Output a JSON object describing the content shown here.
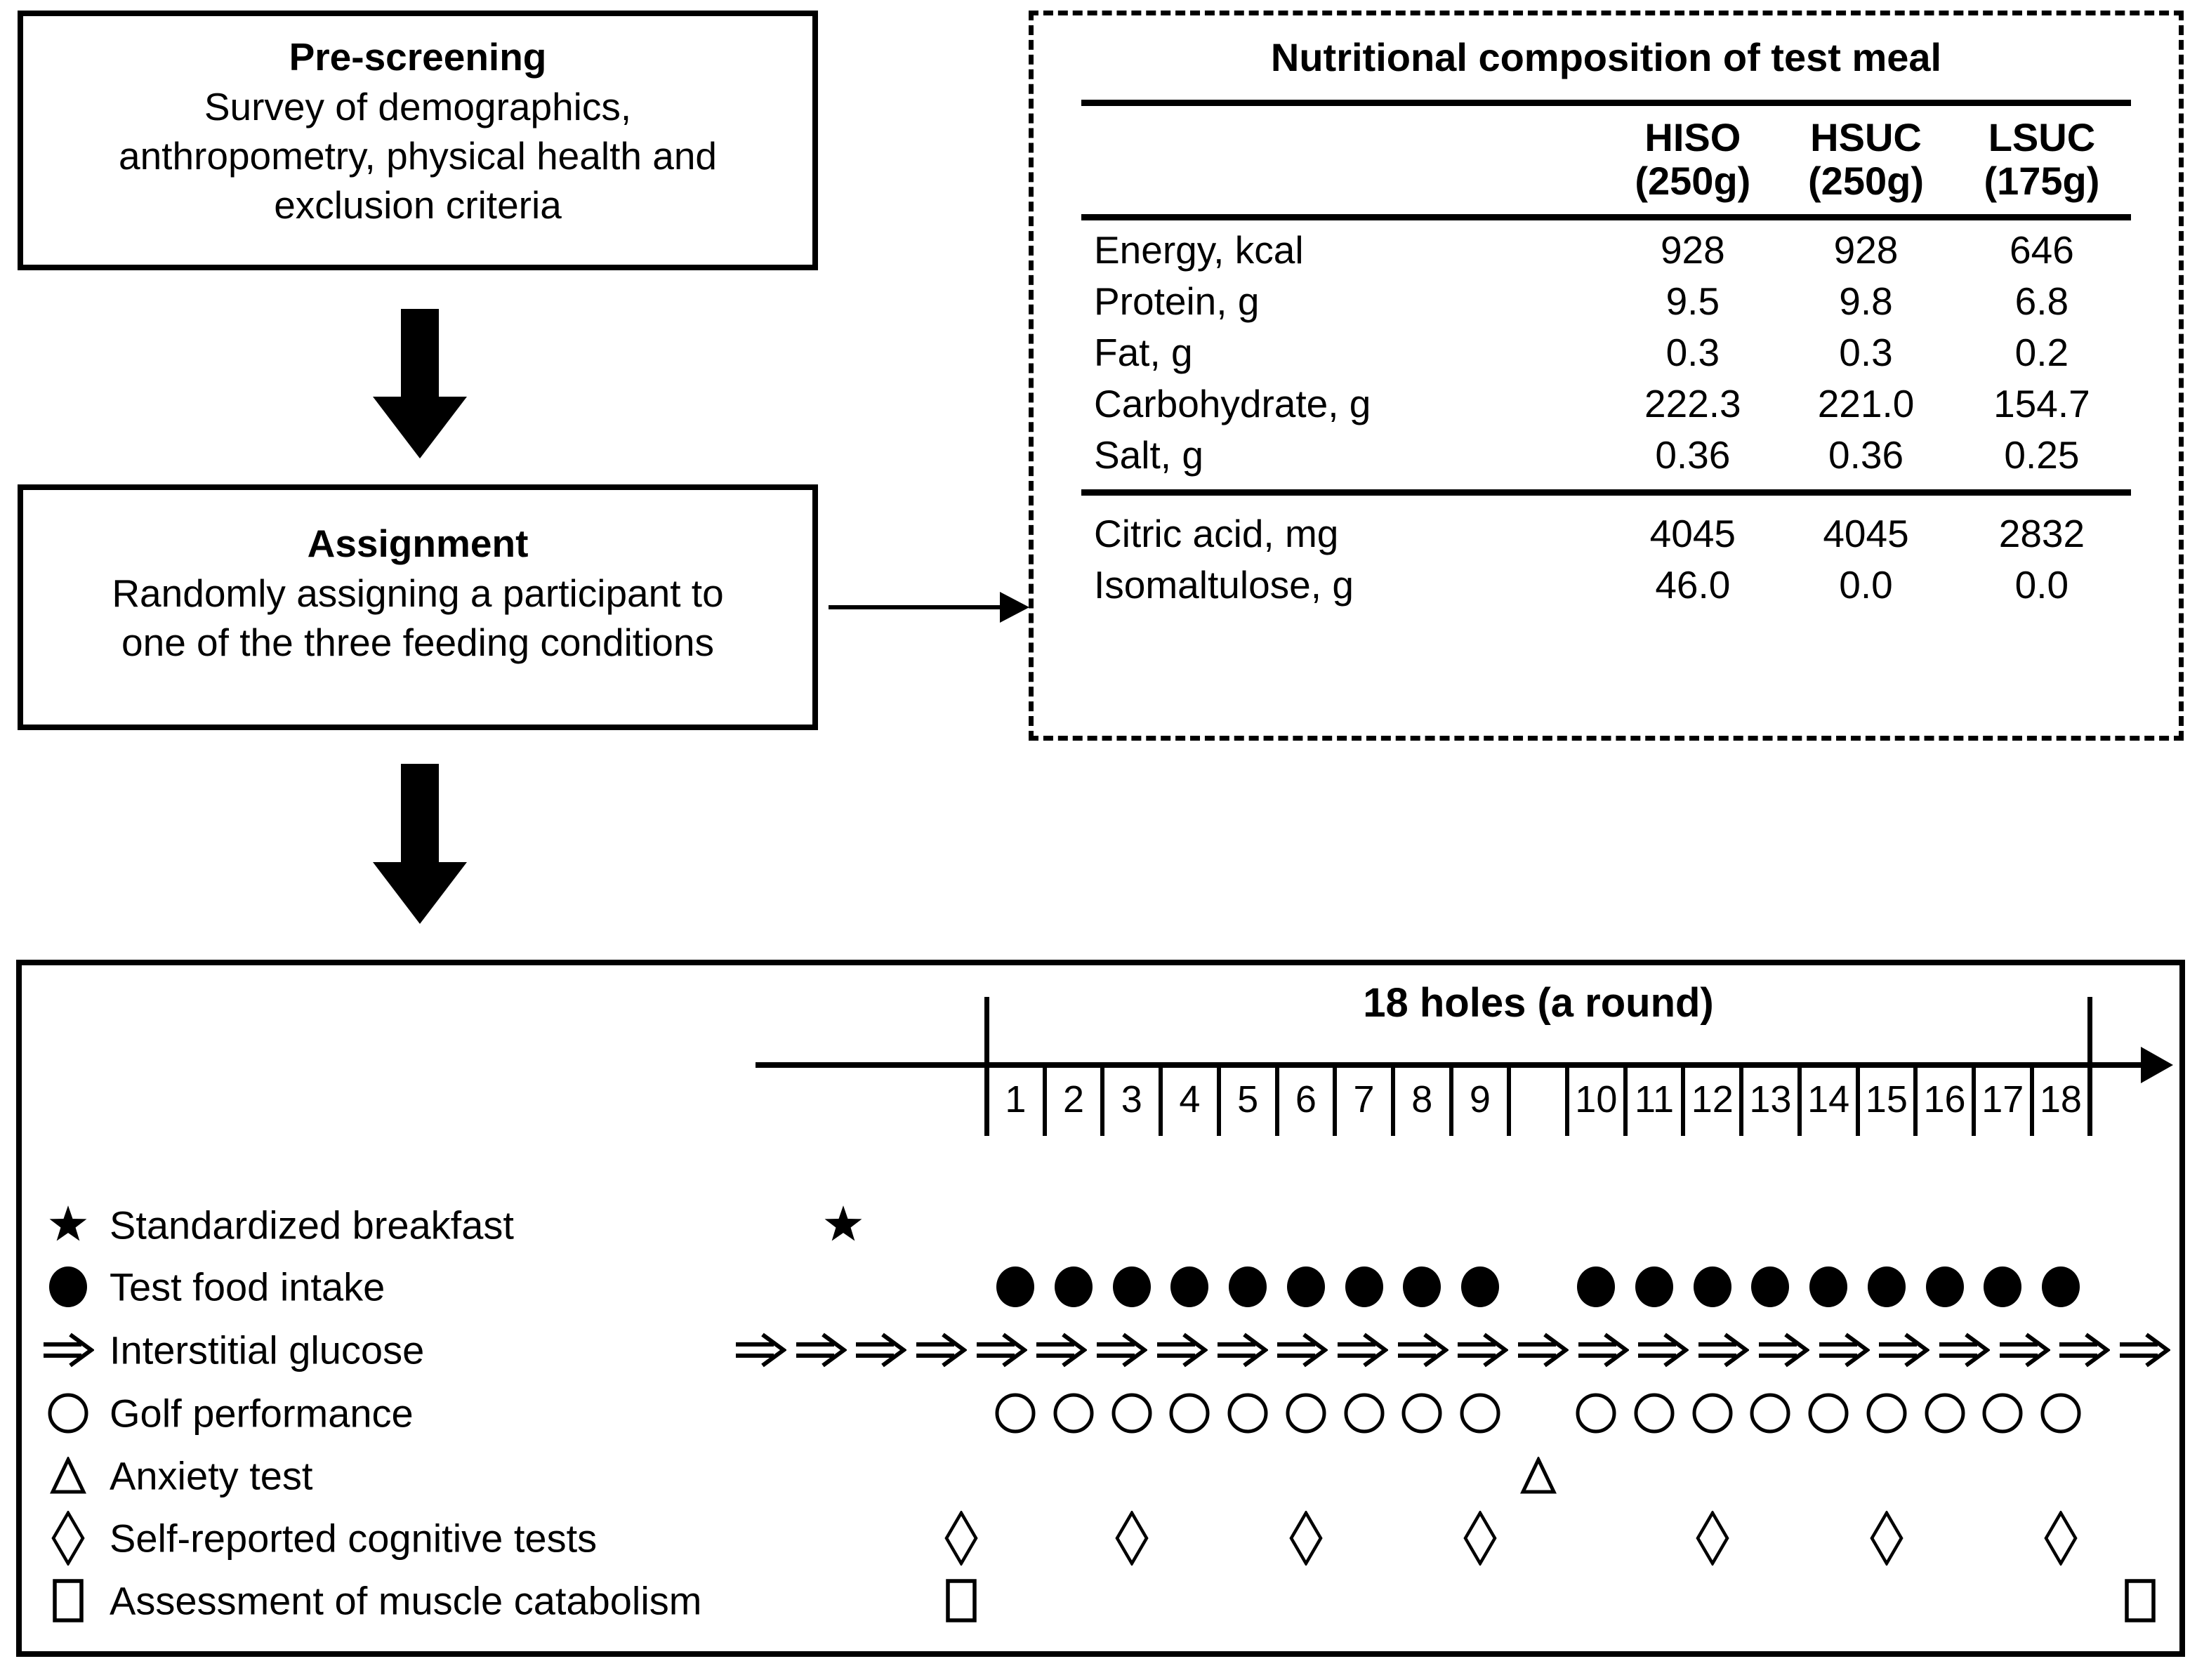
{
  "prescreening": {
    "title": "Pre-screening",
    "lines": [
      "Survey of demographics,",
      "anthropometry, physical health and",
      "exclusion criteria"
    ]
  },
  "assignment": {
    "title": "Assignment",
    "lines": [
      "Randomly assigning a participant to",
      "one of the three feeding conditions"
    ]
  },
  "nutrition_table": {
    "title": "Nutritional composition of test meal",
    "columns": [
      {
        "name": "HISO",
        "amount": "(250g)"
      },
      {
        "name": "HSUC",
        "amount": "(250g)"
      },
      {
        "name": "LSUC",
        "amount": "(175g)"
      }
    ],
    "rows": [
      {
        "label": "Energy, kcal",
        "values": [
          "928",
          "928",
          "646"
        ]
      },
      {
        "label": "Protein, g",
        "values": [
          "9.5",
          "9.8",
          "6.8"
        ]
      },
      {
        "label": "Fat, g",
        "values": [
          "0.3",
          "0.3",
          "0.2"
        ]
      },
      {
        "label": "Carbohydrate, g",
        "values": [
          "222.3",
          "221.0",
          "154.7"
        ]
      },
      {
        "label": "Salt, g",
        "values": [
          "0.36",
          "0.36",
          "0.25"
        ]
      }
    ],
    "rows_secondary": [
      {
        "label": "Citric acid, mg",
        "values": [
          "4045",
          "4045",
          "2832"
        ]
      },
      {
        "label": "Isomaltulose, g",
        "values": [
          "46.0",
          "0.0",
          "0.0"
        ]
      }
    ]
  },
  "timeline": {
    "title": "18 holes (a round)",
    "front_holes": [
      "1",
      "2",
      "3",
      "4",
      "5",
      "6",
      "7",
      "8",
      "9"
    ],
    "back_holes": [
      "10",
      "11",
      "12",
      "13",
      "14",
      "15",
      "16",
      "17",
      "18"
    ]
  },
  "legend": [
    {
      "id": "breakfast",
      "symbol": "star",
      "label": "Standardized breakfast"
    },
    {
      "id": "test_food",
      "symbol": "filled-circle",
      "label": "Test food intake"
    },
    {
      "id": "glucose",
      "symbol": "double-arrow",
      "label": "Interstitial glucose"
    },
    {
      "id": "golf",
      "symbol": "open-circle",
      "label": "Golf performance"
    },
    {
      "id": "anxiety",
      "symbol": "triangle",
      "label": "Anxiety test"
    },
    {
      "id": "cognitive",
      "symbol": "diamond",
      "label": "Self-reported cognitive tests"
    },
    {
      "id": "muscle",
      "symbol": "square",
      "label": "Assessment of muscle catabolism"
    }
  ],
  "schedule": {
    "breakfast_pre_round": true,
    "test_food_holes": [
      1,
      2,
      3,
      4,
      5,
      6,
      7,
      8,
      9,
      10,
      11,
      12,
      13,
      14,
      15,
      16,
      17,
      18
    ],
    "glucose_arrow_count": 24,
    "golf_holes": [
      1,
      2,
      3,
      4,
      5,
      6,
      7,
      8,
      9,
      10,
      11,
      12,
      13,
      14,
      15,
      16,
      17,
      18
    ],
    "anxiety_slots": [
      "turn"
    ],
    "cognitive_slots": [
      "pre",
      3,
      6,
      9,
      12,
      15,
      18
    ],
    "muscle_slots": [
      "pre",
      "post"
    ]
  },
  "colors": {
    "ink": "#000000",
    "background": "#ffffff"
  }
}
